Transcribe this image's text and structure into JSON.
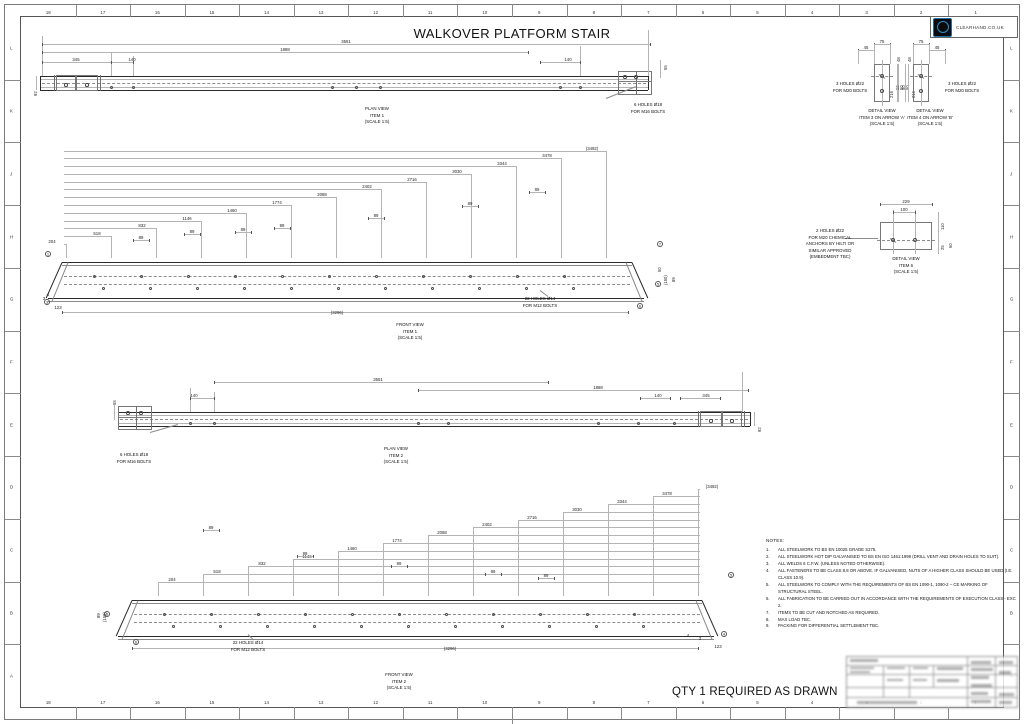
{
  "sheet": {
    "title": "WALKOVER PLATFORM STAIR",
    "qty_note": "QTY 1 REQUIRED AS DRAWN"
  },
  "logo": {
    "name": "clearhand-logo",
    "text": "CLEARHAND.CO.UK"
  },
  "border": {
    "columns": [
      "18",
      "17",
      "16",
      "15",
      "14",
      "13",
      "12",
      "11",
      "10",
      "9",
      "8",
      "7",
      "6",
      "5",
      "4",
      "3",
      "2",
      "1"
    ],
    "rows": [
      "L",
      "K",
      "J",
      "H",
      "G",
      "F",
      "E",
      "D",
      "C",
      "B",
      "A"
    ]
  },
  "views": {
    "item1_plan": {
      "label_line1": "PLAN VIEW",
      "label_line2": "ITEM 1",
      "label_line3": "(SCALE 1:5)",
      "holes_note_line1": "6 HOLES Ø18",
      "holes_note_line2": "FOR M16 BOLTS",
      "dims": [
        "345",
        "140",
        "1888",
        "3551",
        "140"
      ],
      "vdims": [
        "55",
        "92"
      ]
    },
    "item1_front": {
      "label_line1": "FRONT VIEW",
      "label_line2": "ITEM 1",
      "label_line3": "(SCALE 1:5)",
      "holes_note_line1": "22 HOLES Ø14",
      "holes_note_line2": "FOR M12 BOLTS",
      "overall": "(3296)",
      "chain": [
        "204",
        "518",
        "832",
        "1146",
        "1460",
        "1774",
        "2088",
        "2402",
        "2716",
        "3030",
        "3344",
        "3478",
        "(3492)"
      ],
      "pitch": "89",
      "end_dims": [
        "123",
        "3",
        "2"
      ],
      "balloons": [
        "1",
        "3",
        "5",
        "6",
        "7"
      ]
    },
    "item2_plan": {
      "label_line1": "PLAN VIEW",
      "label_line2": "ITEM 2",
      "label_line3": "(SCALE 1:5)",
      "holes_note_line1": "6 HOLES Ø18",
      "holes_note_line2": "FOR M16 BOLTS",
      "dims": [
        "140",
        "3551",
        "1888",
        "140",
        "345"
      ],
      "vdims": [
        "55",
        "92"
      ]
    },
    "item2_front": {
      "label_line1": "FRONT VIEW",
      "label_line2": "ITEM 2",
      "label_line3": "(SCALE 1:5)",
      "holes_note_line1": "22 HOLES Ø14",
      "holes_note_line2": "FOR M12 BOLTS",
      "overall": "(3296)",
      "chain": [
        "(3492)",
        "3478",
        "3344",
        "3030",
        "2716",
        "2402",
        "2088",
        "1774",
        "1460",
        "1146",
        "832",
        "518",
        "204"
      ],
      "pitch": "89",
      "end_dims": [
        "123",
        "3",
        "4"
      ],
      "balloons": [
        "2",
        "4",
        "5",
        "6",
        "8"
      ]
    },
    "detail_item3": {
      "label_line1": "DETAIL VIEW",
      "label_line2": "ITEM 3 ON ARROW 'A'",
      "label_line3": "(SCALE 1:5)",
      "note_line1": "3 HOLES Ø22",
      "note_line2": "FOR M20 BOLTS",
      "dims_top": [
        "45",
        "75"
      ],
      "dims_inner": [
        "48"
      ],
      "dims_side": [
        "50",
        "50",
        "216"
      ]
    },
    "detail_item4": {
      "label_line1": "DETAIL VIEW",
      "label_line2": "ITEM 4 ON ARROW 'B'",
      "label_line3": "(SCALE 1:5)",
      "note_line1": "3 HOLES Ø22",
      "note_line2": "FOR M20 BOLTS",
      "dims_top": [
        "75",
        "45"
      ],
      "dims_inner": [
        "48"
      ],
      "dims_side": [
        "50",
        "50",
        "216"
      ]
    },
    "detail_item6": {
      "label_line1": "DETAIL VIEW",
      "label_line2": "ITEM 6",
      "label_line3": "(SCALE 1:5)",
      "note_line1": "2 HOLES Ø22",
      "note_line2": "FOR M20 CHEMICAL",
      "note_line3": "ANCHORS BY HILTI OR",
      "note_line4": "SIMILAR APPROVED",
      "note_line5": "(EMBEDMENT TBC)",
      "dims_top": [
        "229",
        "100"
      ],
      "dims_side": [
        "110",
        "60",
        "25"
      ]
    }
  },
  "notes": {
    "heading": "NOTES:",
    "items": [
      {
        "num": "1.",
        "text": "ALL STEELWORK TO BS EN 10025 GRADE S275."
      },
      {
        "num": "2.",
        "text": "ALL STEELWORK HOT DIP GALVANISED TO BS EN ISO 1461:1999 (DRILL VENT AND DRAIN HOLES TO SUIT)."
      },
      {
        "num": "3.",
        "text": "ALL WELDS 6 C.F.W. (UNLESS NOTED OTHERWISE)."
      },
      {
        "num": "4.",
        "text": "ALL FASTENERS TO BE CLASS 8.8 OR ABOVE. IF GALVANISED, NUTS OF A HIGHER CLASS SHOULD BE USED (I.E. CLASS 10.9)."
      },
      {
        "num": "5.",
        "text": "ALL STEELWORK TO COMPLY WITH THE REQUIREMENTS OF BS EN 1090-1, 1090-2 – CE MARKING OF STRUCTURAL STEEL."
      },
      {
        "num": "6.",
        "text": "ALL FABRICATION TO BE CARRIED OUT IN ACCORDANCE WITH THE REQUIREMENTS OF EXECUTION CLASS - EXC 2."
      },
      {
        "num": "7.",
        "text": "ITEMS TO BE CUT AND NOTCHED AS REQUIRED."
      },
      {
        "num": "8.",
        "text": "MAX LOAD TBC."
      },
      {
        "num": "9.",
        "text": "PACKING FOR DIFFERENTIAL SETTLEMENT TBC."
      }
    ]
  }
}
